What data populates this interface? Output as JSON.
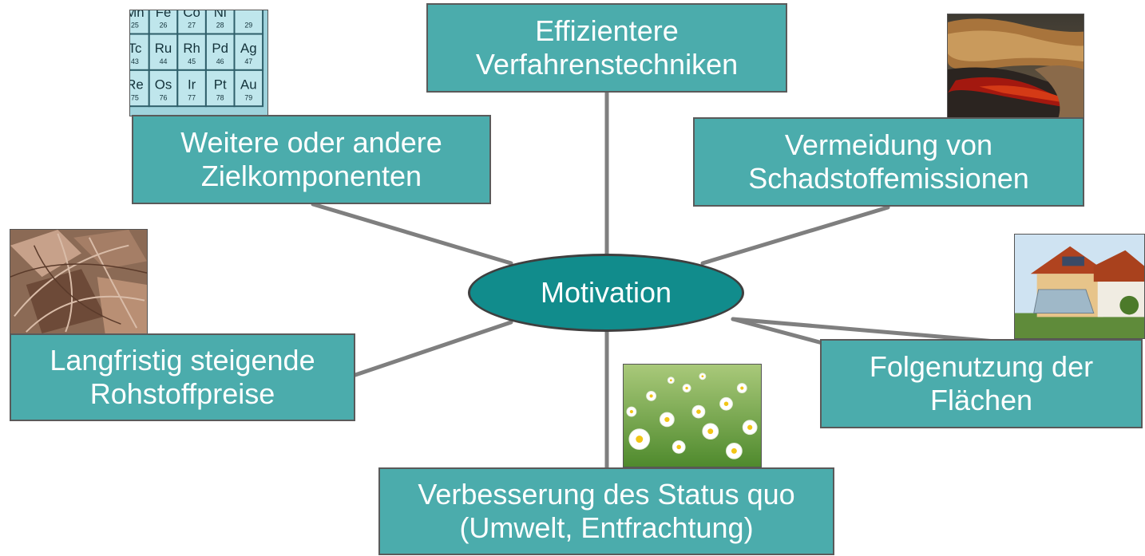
{
  "center": {
    "label": "Motivation"
  },
  "nodes": {
    "top": {
      "line1": "Effizientere",
      "line2": "Verfahrenstechniken"
    },
    "tl": {
      "line1": "Weitere oder andere",
      "line2": "Zielkomponenten"
    },
    "tr": {
      "line1": "Vermeidung von",
      "line2": "Schadstoffemissionen"
    },
    "left": {
      "line1": "Langfristig steigende",
      "line2": "Rohstoffpreise"
    },
    "right": {
      "line1": "Folgenutzung der",
      "line2": "Flächen"
    },
    "bottom": {
      "line1": "Verbesserung des Status quo",
      "line2": "(Umwelt, Entfrachtung)"
    }
  },
  "periodic_table": {
    "rows": [
      [
        {
          "s": "Mn",
          "n": "25"
        },
        {
          "s": "Fe",
          "n": "26"
        },
        {
          "s": "Co",
          "n": "27"
        },
        {
          "s": "Ni",
          "n": "28"
        },
        {
          "s": "",
          "n": "29"
        }
      ],
      [
        {
          "s": "Tc",
          "n": "43"
        },
        {
          "s": "Ru",
          "n": "44"
        },
        {
          "s": "Rh",
          "n": "45"
        },
        {
          "s": "Pd",
          "n": "46"
        },
        {
          "s": "Ag",
          "n": "47"
        }
      ],
      [
        {
          "s": "Re",
          "n": "75"
        },
        {
          "s": "Os",
          "n": "76"
        },
        {
          "s": "Ir",
          "n": "77"
        },
        {
          "s": "Pt",
          "n": "78"
        },
        {
          "s": "Au",
          "n": "79"
        }
      ]
    ]
  },
  "colors": {
    "box_fill": "#4bacac",
    "hub_fill": "#118c8c",
    "connector": "#7f7f7f",
    "text": "#ffffff"
  },
  "images": [
    "periodic-table-photo",
    "red-river-mine-photo",
    "scrap-metal-photo",
    "solar-house-photo",
    "daisy-meadow-photo"
  ]
}
